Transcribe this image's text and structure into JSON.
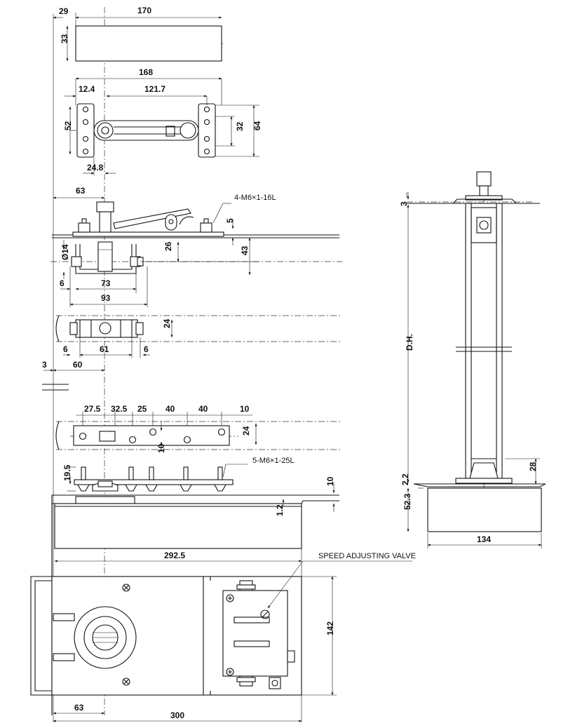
{
  "drawing": {
    "dims": {
      "top_offset": "29",
      "cover_length": "170",
      "cover_height": "33",
      "plate_length": "168",
      "hole_offset": "12.4",
      "hole_spacing": "121.7",
      "plate_width": "52",
      "hole_pitch": "32",
      "plate_total_width": "64",
      "hole_edge": "24.8",
      "arm_pivot": "63",
      "arm_gap": "5",
      "bracket_depth": "26",
      "bracket_height": "43",
      "pin_dia": "Ø14",
      "bracket_edge": "6",
      "bracket_inner": "73",
      "bracket_outer": "93",
      "block_width": "24",
      "block_edge_left": "6",
      "block_length": "61",
      "block_edge_right": "6",
      "cut_3": "3",
      "pivot_60": "60",
      "slot_27_5": "27.5",
      "slot_32_5": "32.5",
      "slot_25": "25",
      "slot_40a": "40",
      "slot_40b": "40",
      "slot_10_end": "10",
      "slot_width": "24",
      "slot_10_side": "10",
      "screw_height": "19.5",
      "body_top": "10",
      "body_lip": "1.2",
      "body_length": "292.5",
      "box_width": "142",
      "bottom_63": "63",
      "box_length": "300",
      "side_3": "3",
      "door_height": "D.H.",
      "side_28": "28",
      "side_2_2": "2.2",
      "side_52_3": "52.3",
      "side_134": "134"
    },
    "notes": {
      "screw_top": "4-M6×1-16L",
      "screw_mid": "5-M6×1-25L",
      "valve": "SPEED ADJUSTING VALVE"
    }
  }
}
